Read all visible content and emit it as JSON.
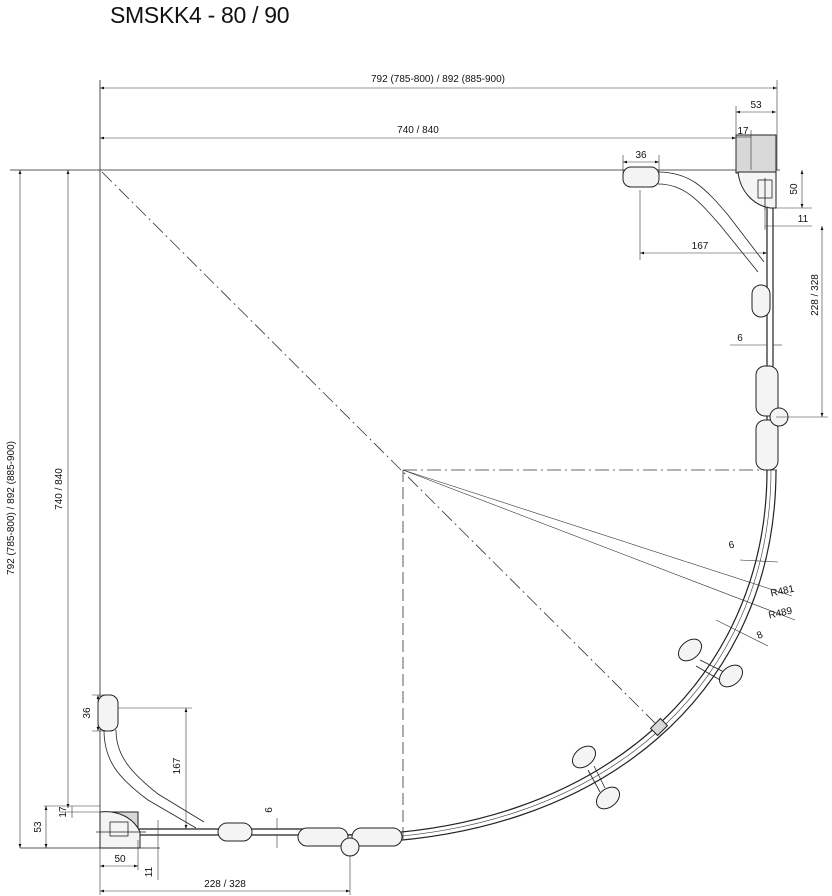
{
  "title": "SMSKK4 - 80 / 90",
  "dimensions": {
    "overall_width": "792 (785-800) / 892 (885-900)",
    "inner_width": "740 / 840",
    "wall_profile_width": "53",
    "wall_profile_depth": "17",
    "handle_36": "36",
    "profile_50": "50",
    "profile_11": "11",
    "arm_167": "167",
    "door_228": "228 / 328",
    "glass_6": "6",
    "glass_6b": "6",
    "radius_inner": "R481",
    "radius_outer": "R489",
    "gap_8": "8",
    "overall_height": "792 (785-800) / 892 (885-900)",
    "inner_height": "740 / 840",
    "left_53": "53",
    "left_17": "17",
    "left_36": "36",
    "left_167": "167",
    "left_6": "6",
    "bottom_50": "50",
    "bottom_11": "11",
    "bottom_228": "228 / 328"
  }
}
